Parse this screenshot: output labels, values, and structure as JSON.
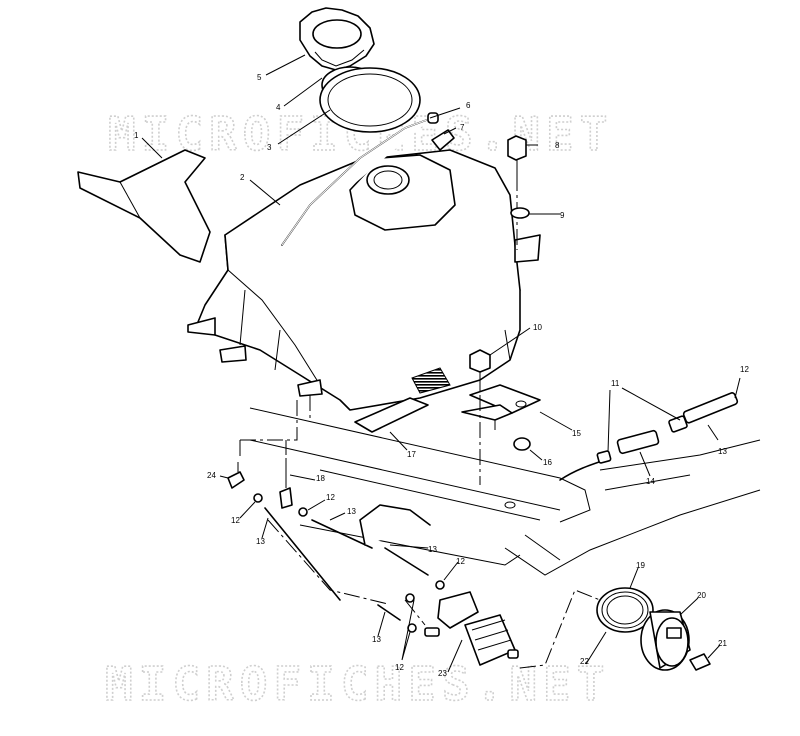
{
  "watermark": {
    "text": "MICROFICHES.NET"
  },
  "callouts": [
    {
      "id": "c1",
      "label": "1"
    },
    {
      "id": "c2",
      "label": "2"
    },
    {
      "id": "c3",
      "label": "3"
    },
    {
      "id": "c4",
      "label": "4"
    },
    {
      "id": "c5",
      "label": "5"
    },
    {
      "id": "c6",
      "label": "6"
    },
    {
      "id": "c7",
      "label": "7"
    },
    {
      "id": "c8",
      "label": "8"
    },
    {
      "id": "c9",
      "label": "9"
    },
    {
      "id": "c10",
      "label": "10"
    },
    {
      "id": "c11",
      "label": "11"
    },
    {
      "id": "c12a",
      "label": "12"
    },
    {
      "id": "c12b",
      "label": "12"
    },
    {
      "id": "c12c",
      "label": "12"
    },
    {
      "id": "c12d",
      "label": "12"
    },
    {
      "id": "c12e",
      "label": "12"
    },
    {
      "id": "c13a",
      "label": "13"
    },
    {
      "id": "c13b",
      "label": "13"
    },
    {
      "id": "c13c",
      "label": "13"
    },
    {
      "id": "c13d",
      "label": "13"
    },
    {
      "id": "c13e",
      "label": "13"
    },
    {
      "id": "c14",
      "label": "14"
    },
    {
      "id": "c15",
      "label": "15"
    },
    {
      "id": "c16",
      "label": "16"
    },
    {
      "id": "c17",
      "label": "17"
    },
    {
      "id": "c18",
      "label": "18"
    },
    {
      "id": "c19",
      "label": "19"
    },
    {
      "id": "c20",
      "label": "20"
    },
    {
      "id": "c21",
      "label": "21"
    },
    {
      "id": "c22",
      "label": "22"
    },
    {
      "id": "c23",
      "label": "23"
    },
    {
      "id": "c24",
      "label": "24"
    }
  ]
}
